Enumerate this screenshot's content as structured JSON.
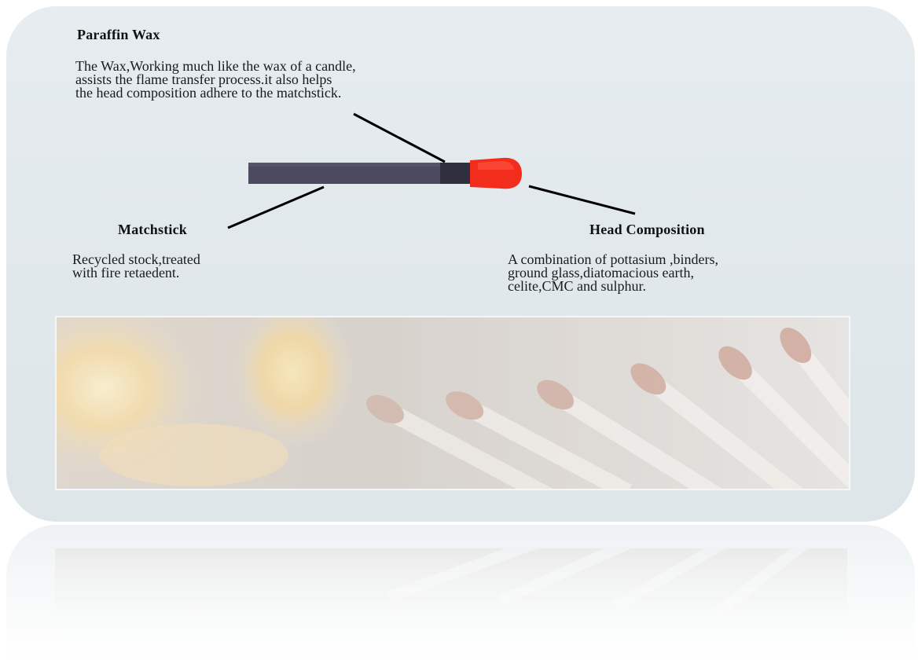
{
  "paraffin_wax": {
    "title": "Paraffin Wax",
    "text": "The Wax,Working much like the wax of a candle,\nassists the flame transfer process.it also helps\nthe head composition adhere to the matchstick."
  },
  "matchstick": {
    "title": "Matchstick",
    "text": "Recycled stock,treated\nwith fire retaedent."
  },
  "head_composition": {
    "title": "Head Composition",
    "text": "A combination of pottasium ,binders,\nground glass,diatomacious earth,\ncelite,CMC and sulphur."
  },
  "colors": {
    "background": "#e3e9ed",
    "stick": "#4a4a5c",
    "wax_band": "#2f2f3d",
    "match_head": "#f0301e"
  }
}
